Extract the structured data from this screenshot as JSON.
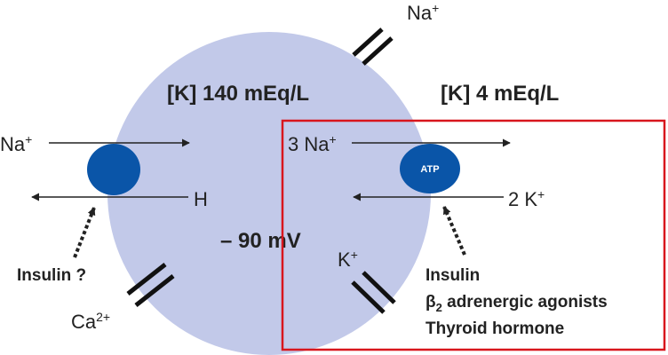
{
  "colors": {
    "cell": "#c2c9e9",
    "transporter": "#0a55a8",
    "highlight_box": "#d8161d",
    "line": "#222222"
  },
  "labels": {
    "na_top": {
      "base": "Na",
      "sup": "+"
    },
    "k_intracellular": "[K] 140 mEq/L",
    "k_extracellular": "[K] 4 mEq/L",
    "na_left": {
      "base": "Na",
      "sup": "+"
    },
    "h_right": "H",
    "insulin_question": "Insulin ?",
    "membrane_potential": "– 90 mV",
    "ca": {
      "base": "Ca",
      "sup": "2+"
    },
    "three_na": {
      "base": "3 Na",
      "sup": "+"
    },
    "atp": "ATP",
    "two_k": {
      "base": "2 K",
      "sup": "+"
    },
    "k_channel": {
      "base": "K",
      "sup": "+"
    },
    "insulin": "Insulin",
    "beta2_agonists": {
      "beta": "β",
      "sub": "2",
      "rest": " adrenergic agonists"
    },
    "thyroid_hormone": "Thyroid hormone"
  },
  "icons": [
    "na-h-exchanger-icon",
    "na-k-atpase-icon",
    "channel-icon",
    "arrow-icon"
  ]
}
